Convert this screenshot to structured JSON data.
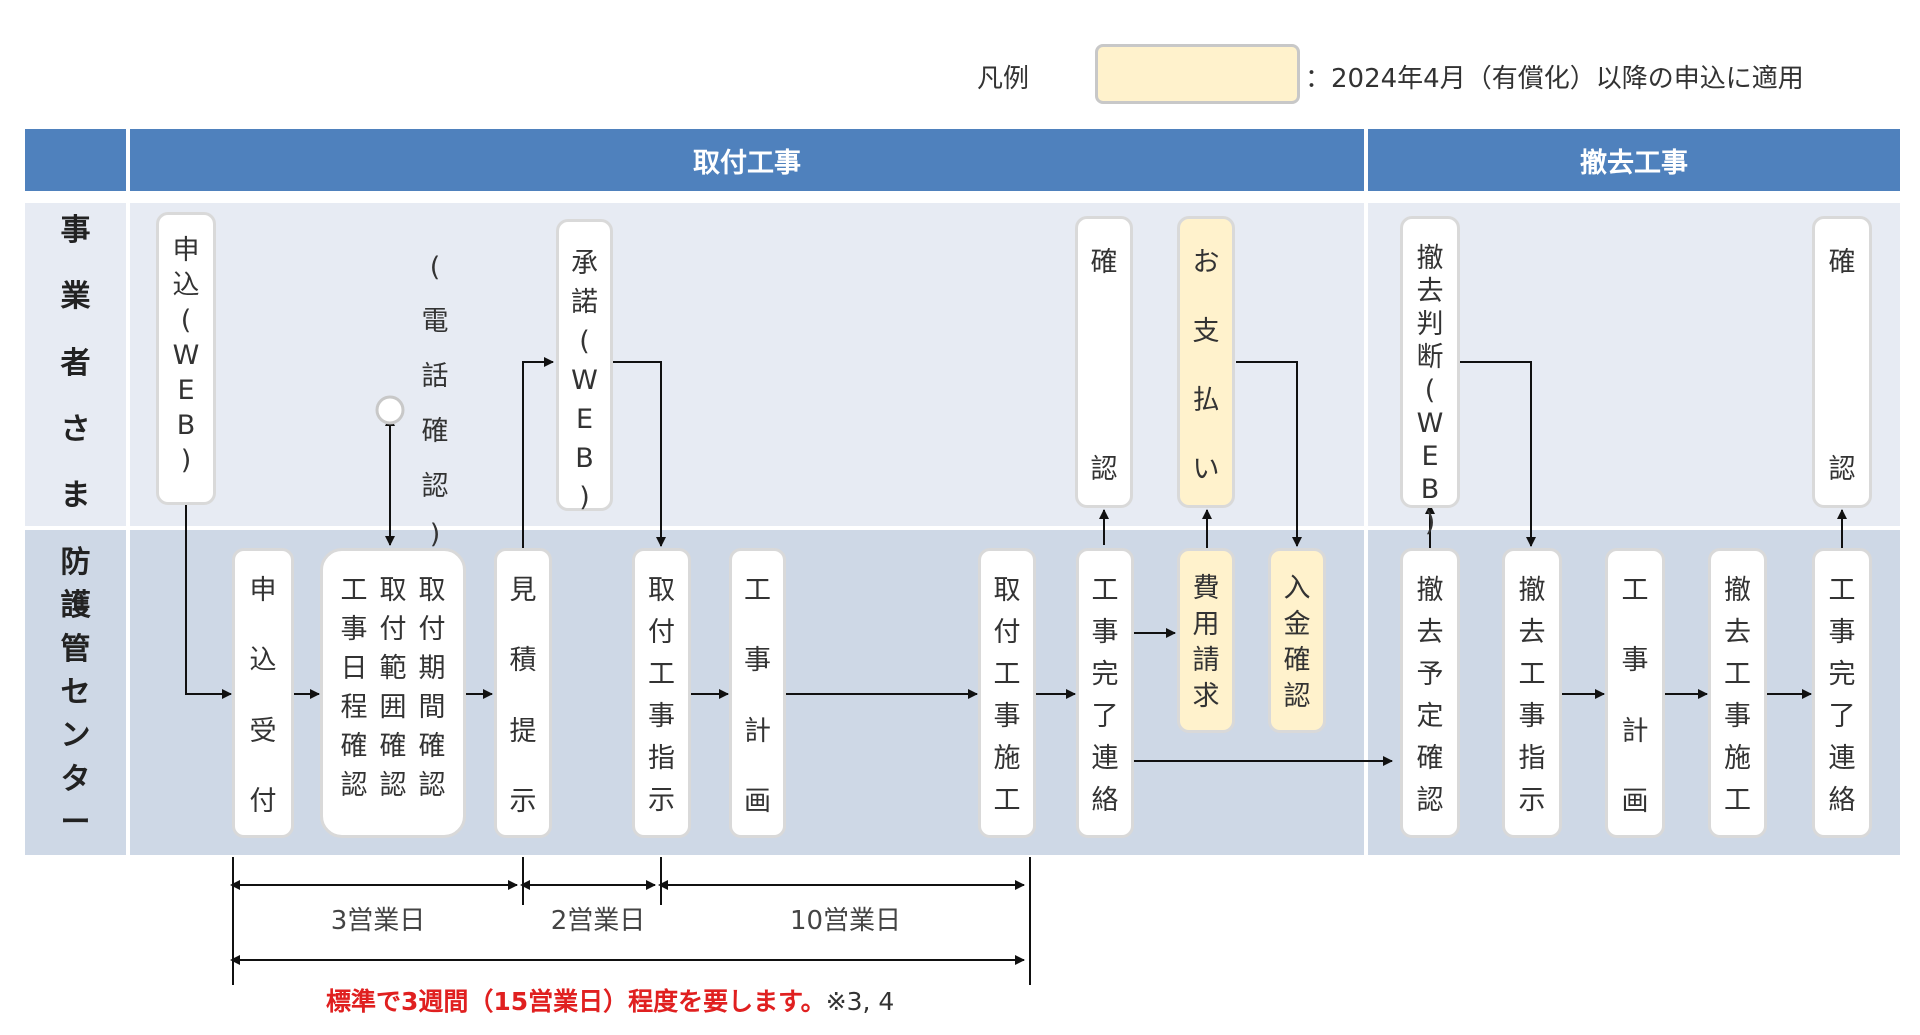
{
  "legend": {
    "label": "凡例",
    "text": "：2024年4月（有償化）以降の申込に適用",
    "color": "#fff2cc"
  },
  "header": {
    "install": "取付工事",
    "removal": "撤去工事"
  },
  "rows": {
    "customer": [
      "事",
      "業",
      "者",
      "さ",
      "ま"
    ],
    "center": [
      "防",
      "護",
      "管",
      "セ",
      "ン",
      "タ",
      "ー"
    ]
  },
  "customer_steps": {
    "apply_web": [
      "申",
      "込",
      "(",
      "W",
      "E",
      "B",
      ")"
    ],
    "phone_confirm": [
      "(",
      "電",
      "話",
      "確",
      "認",
      ")"
    ],
    "approve_web": [
      "承",
      "諾",
      "(",
      "W",
      "E",
      "B",
      ")"
    ],
    "confirm1": [
      "確",
      "認"
    ],
    "payment": [
      "お",
      "支",
      "払",
      "い"
    ],
    "removal_judge": [
      "撤",
      "去",
      "判",
      "断",
      "(",
      "W",
      "E",
      "B",
      ")"
    ],
    "confirm2": [
      "確",
      "認"
    ]
  },
  "center_steps": {
    "receive": [
      "申",
      "込",
      "受",
      "付"
    ],
    "check_cols": [
      [
        "取",
        "付",
        "期",
        "間",
        "確",
        "認"
      ],
      [
        "取",
        "付",
        "範",
        "囲",
        "確",
        "認"
      ],
      [
        "工",
        "事",
        "日",
        "程",
        "確",
        "認"
      ]
    ],
    "estimate": [
      "見",
      "積",
      "提",
      "示"
    ],
    "install_instruct": [
      "取",
      "付",
      "工",
      "事",
      "指",
      "示"
    ],
    "plan1": [
      "工",
      "事",
      "計",
      "画"
    ],
    "install_work": [
      "取",
      "付",
      "工",
      "事",
      "施",
      "工"
    ],
    "complete1": [
      "工",
      "事",
      "完",
      "了",
      "連",
      "絡"
    ],
    "billing": [
      "費",
      "用",
      "請",
      "求"
    ],
    "payment_check": [
      "入",
      "金",
      "確",
      "認"
    ],
    "removal_schedule": [
      "撤",
      "去",
      "予",
      "定",
      "確",
      "認"
    ],
    "removal_instruct": [
      "撤",
      "去",
      "工",
      "事",
      "指",
      "示"
    ],
    "plan2": [
      "工",
      "事",
      "計",
      "画"
    ],
    "removal_work": [
      "撤",
      "去",
      "工",
      "事",
      "施",
      "工"
    ],
    "complete2": [
      "工",
      "事",
      "完",
      "了",
      "連",
      "絡"
    ]
  },
  "durations": {
    "d1": "3営業日",
    "d2": "2営業日",
    "d3": "10営業日"
  },
  "note": {
    "main": "標準で3週間（15営業日）程度を要します。",
    "ref": "※3, 4"
  }
}
